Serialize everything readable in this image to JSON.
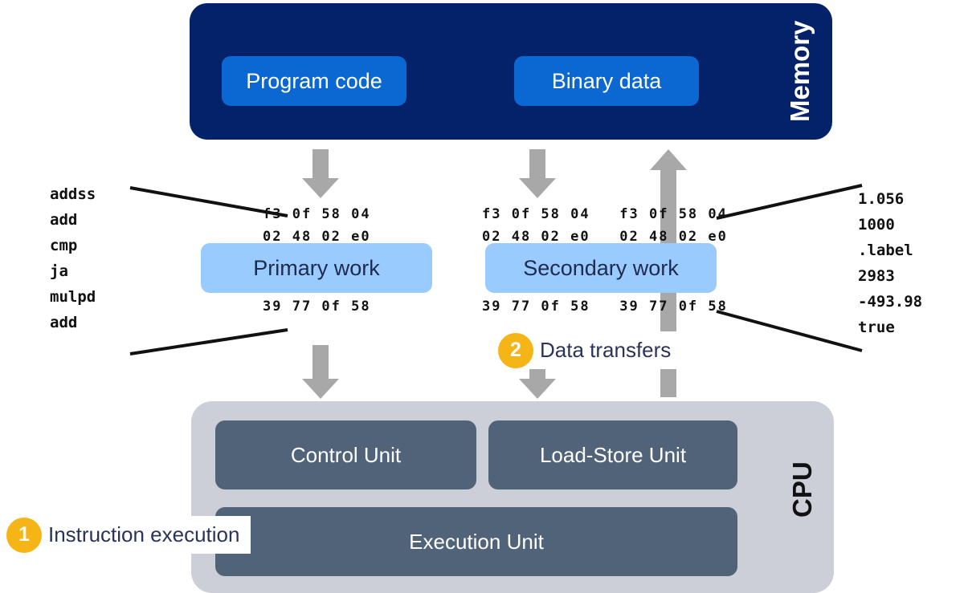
{
  "memory": {
    "title": "Memory",
    "chips": [
      {
        "label": "Program code"
      },
      {
        "label": "Binary data"
      }
    ],
    "color": "#032269",
    "chip_color": "#0b68d3"
  },
  "cpu": {
    "title": "CPU",
    "units": [
      {
        "label": "Control Unit"
      },
      {
        "label": "Load-Store Unit"
      },
      {
        "label": "Execution Unit"
      }
    ],
    "color": "#ccced8",
    "unit_color": "#516379"
  },
  "work": {
    "primary": "Primary work",
    "secondary": "Secondary work",
    "color": "#99cbff"
  },
  "instructions": {
    "items": [
      "addss",
      "add",
      "cmp",
      "ja",
      "mulpd",
      "add"
    ],
    "text": "addss\nadd\ncmp\nja\nmulpd\nadd"
  },
  "values": {
    "items": [
      "1.056",
      "1000",
      ".label",
      "2983",
      "-493.98",
      "true"
    ],
    "text": "1.056\n1000\n.label\n2983\n-493.98\ntrue"
  },
  "hex": {
    "code_top_row1": "f3 0f 58 04",
    "code_top_row2": "02 48 02 e0",
    "code_bottom_row": "39 77 0f 58",
    "data_top_row1": "f3 0f 58 04   f3 0f 58 04",
    "data_top_row2": "02 48 02 e0   02 48 02 e0",
    "data_bottom_row": "39 77 0f 58   39 77 0f 58"
  },
  "callouts": [
    {
      "number": "1",
      "label": "Instruction execution"
    },
    {
      "number": "2",
      "label": "Data transfers"
    }
  ],
  "colors": {
    "arrow": "#a8a8a8",
    "badge": "#f5b517",
    "callout_text": "#2a3359"
  }
}
